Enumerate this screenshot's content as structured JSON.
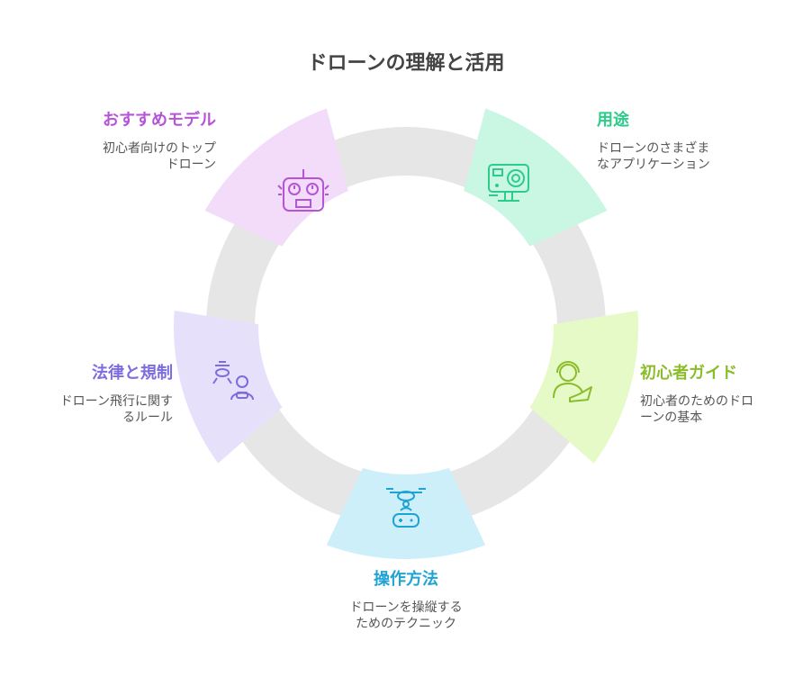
{
  "title": "ドローンの理解と活用",
  "ring_color": "#e6e6e6",
  "stages": [
    {
      "id": "uses",
      "title": "用途",
      "desc_lines": [
        "ドローンのさまざま",
        "なアプリケーション"
      ],
      "fill": "#c9f7e4",
      "accent": "#2ecc8a",
      "icon": "action-camera-icon"
    },
    {
      "id": "beginner",
      "title": "初心者ガイド",
      "desc_lines": [
        "初心者のためのドロ",
        "ーンの基本"
      ],
      "fill": "#e5fac6",
      "accent": "#8bbd2a",
      "icon": "headset-support-icon"
    },
    {
      "id": "operation",
      "title": "操作方法",
      "desc_lines": [
        "ドローンを操縦する",
        "ためのテクニック"
      ],
      "fill": "#cdeffa",
      "accent": "#1fa3d4",
      "icon": "drone-controller-icon"
    },
    {
      "id": "laws",
      "title": "法律と規制",
      "desc_lines": [
        "ドローン飛行に関す",
        "るルール"
      ],
      "fill": "#e6e0fb",
      "accent": "#7b6ce0",
      "icon": "drone-pilot-icon"
    },
    {
      "id": "recommended",
      "title": "おすすめモデル",
      "desc_lines": [
        "初心者向けのトップ",
        "ドローン"
      ],
      "fill": "#f2dcf9",
      "accent": "#b554d6",
      "icon": "remote-controller-icon"
    }
  ]
}
